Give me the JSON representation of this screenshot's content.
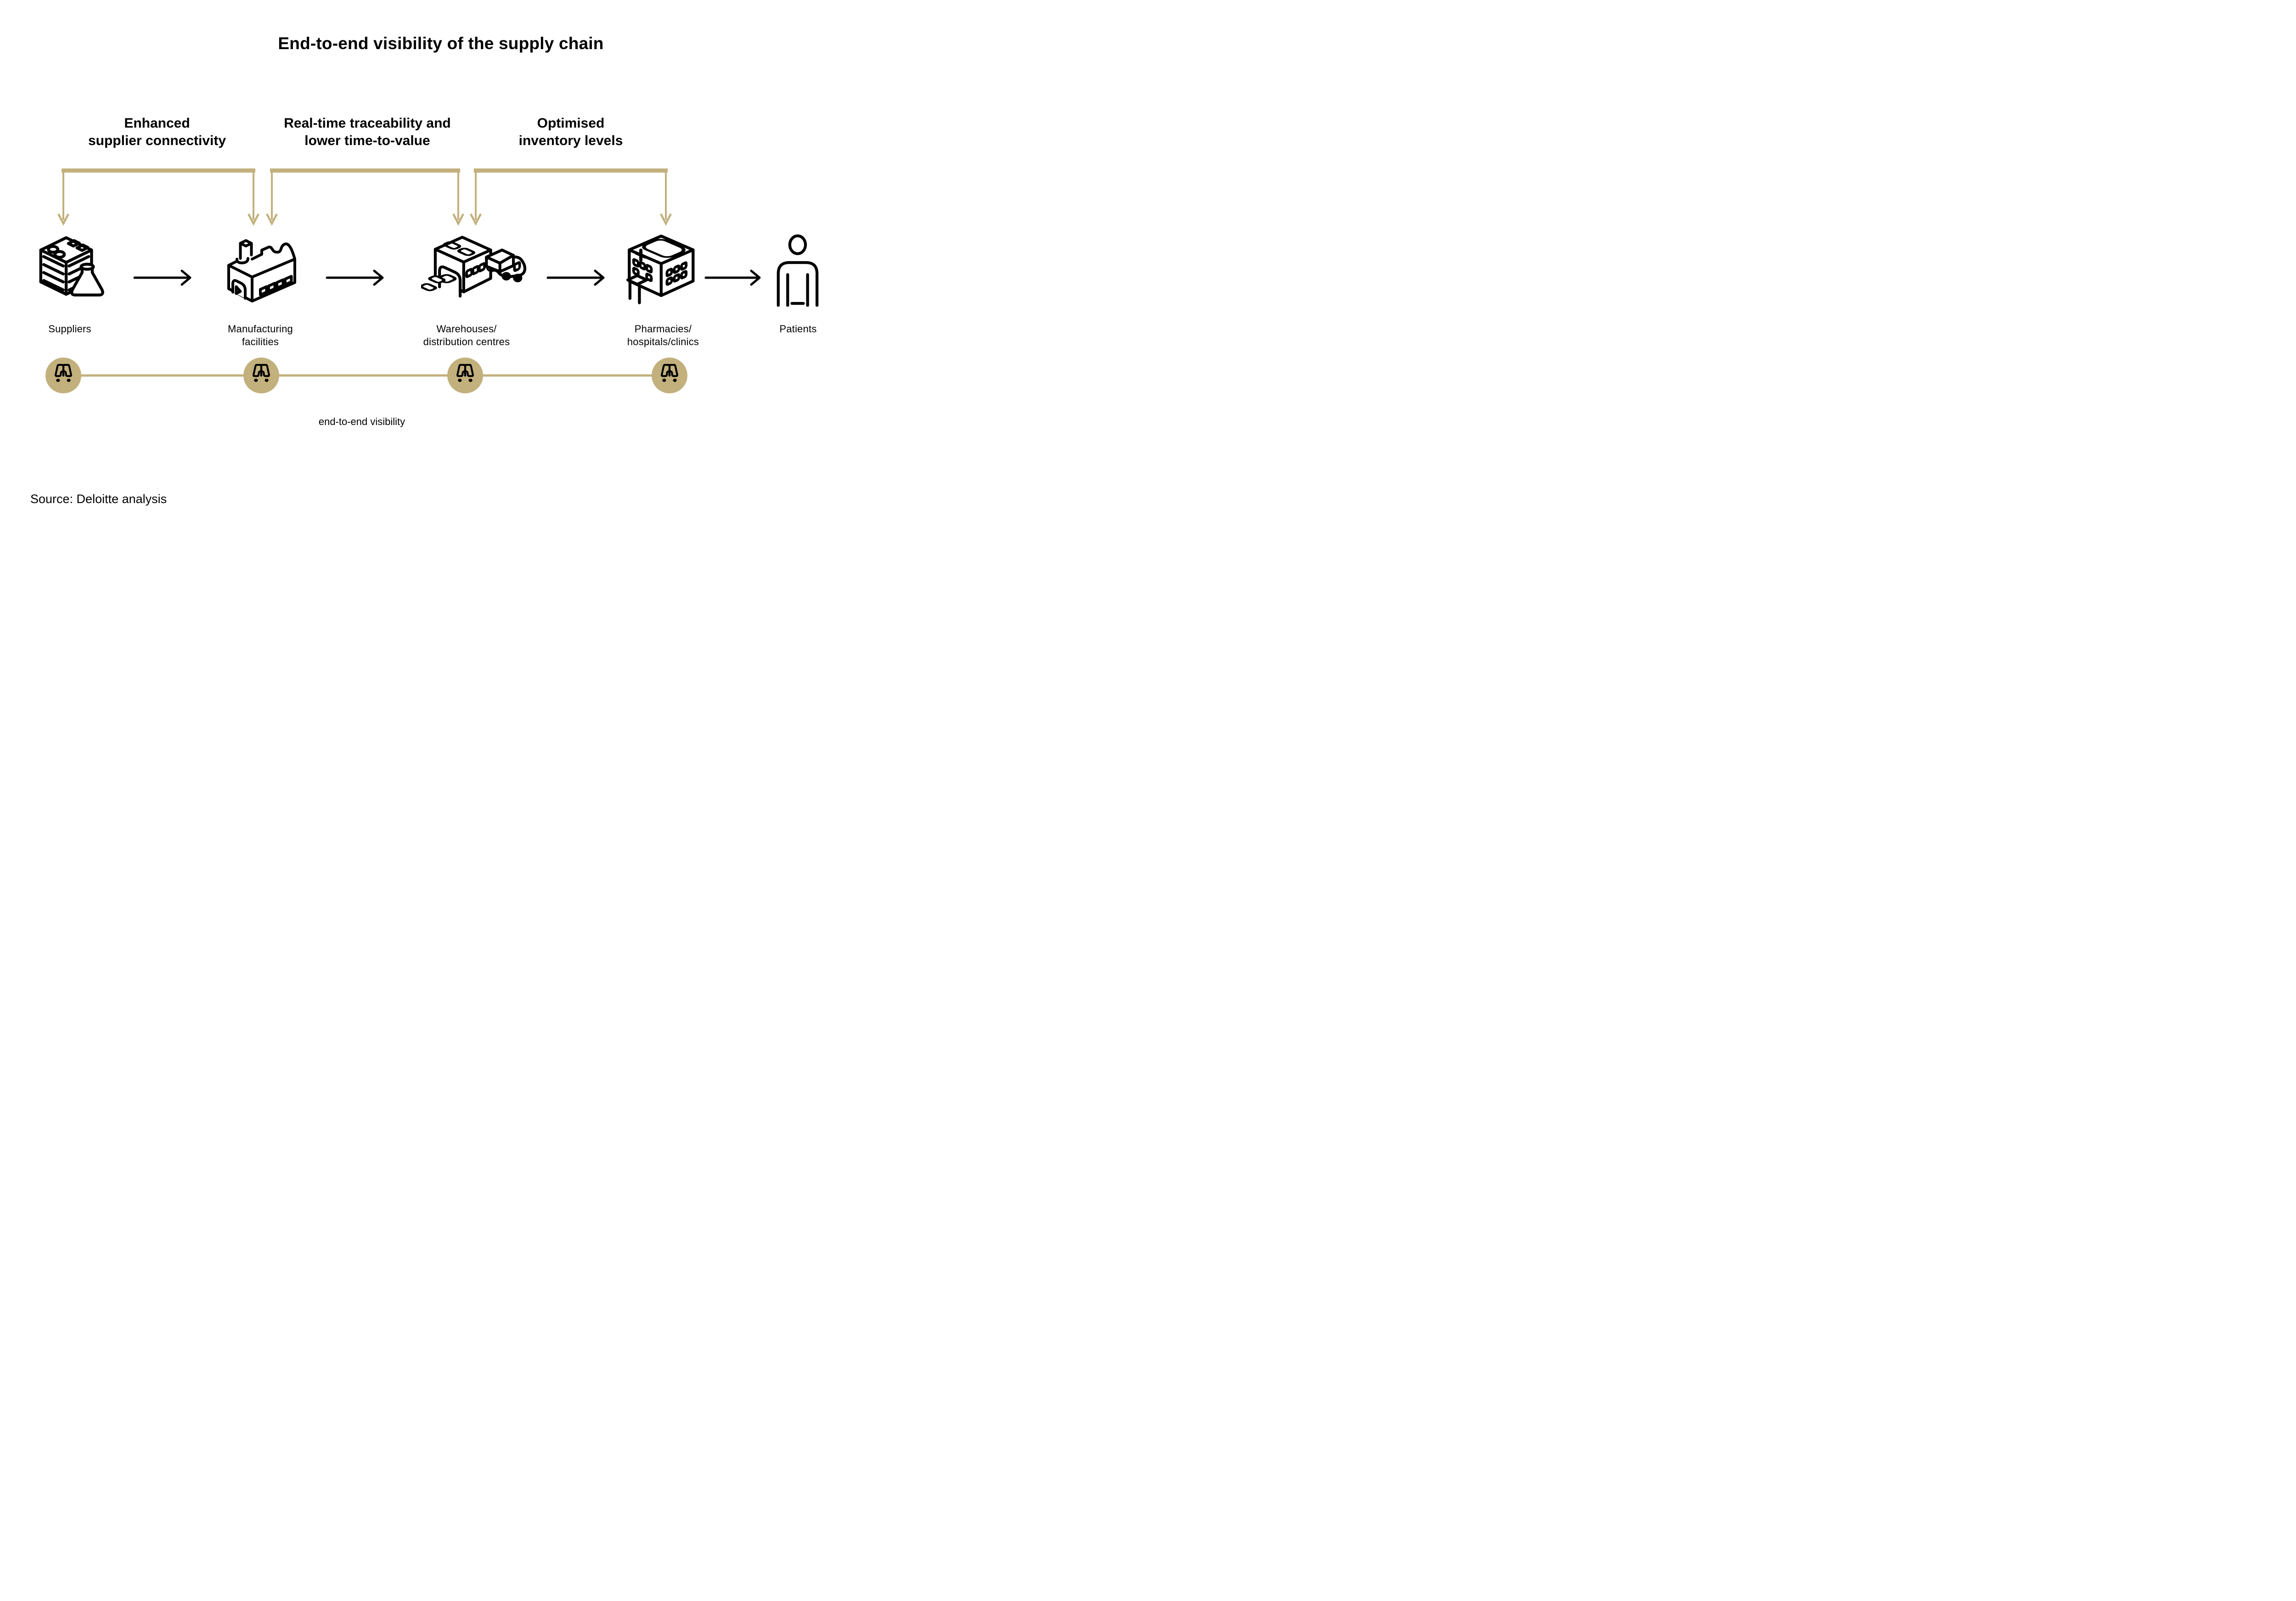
{
  "title": "End-to-end visibility of the supply chain",
  "benefits": [
    {
      "lines": [
        "Enhanced",
        "supplier connectivity"
      ]
    },
    {
      "lines": [
        "Real-time traceability and",
        "lower time-to-value"
      ]
    },
    {
      "lines": [
        "Optimised",
        "inventory levels"
      ]
    }
  ],
  "nodes": [
    {
      "id": "suppliers",
      "label_lines": [
        "Suppliers"
      ],
      "icon": "suppliers-crate-flask-icon"
    },
    {
      "id": "manufacturing",
      "label_lines": [
        "Manufacturing",
        "facilities"
      ],
      "icon": "factory-icon"
    },
    {
      "id": "warehouses",
      "label_lines": [
        "Warehouses/",
        "distribution centres"
      ],
      "icon": "warehouse-truck-icon"
    },
    {
      "id": "pharmacies",
      "label_lines": [
        "Pharmacies/",
        "hospitals/clinics"
      ],
      "icon": "pharmacy-hospital-icon"
    },
    {
      "id": "patients",
      "label_lines": [
        "Patients"
      ],
      "icon": "patient-icon"
    }
  ],
  "visibility": {
    "label": "end-to-end visibility",
    "station_icon": "binoculars-icon",
    "station_count": 4
  },
  "source": "Source: Deloitte analysis",
  "colors": {
    "gold": "#C2B07D",
    "ink": "#000000",
    "background": "#FFFFFF"
  }
}
